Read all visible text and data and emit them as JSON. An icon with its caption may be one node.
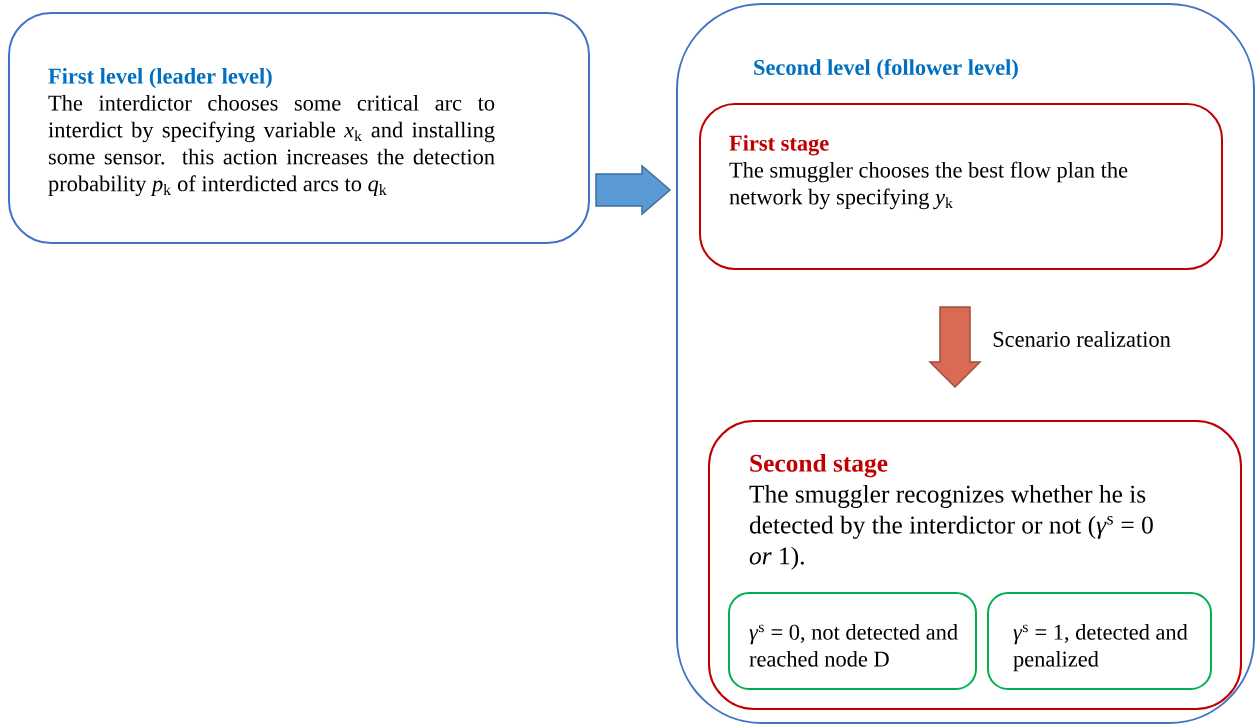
{
  "diagram": {
    "nodes": [
      {
        "text": [
          "First level (leader level)",
          "The interdictor chooses some critical arc to interdict by specifying variable *x*$_{k}$ and installing some sensor. this action increases the detection probability *p*$_{k}$ of interdicted arcs to *q*$_{k}$"
        ]
      },
      {
        "text": [
          "Second level (follower level)"
        ]
      },
      {
        "text": [
          "First stage",
          "The smuggler chooses the best flow plan the network by specifying *y*$_{k}$"
        ],
        "in": 1
      },
      {
        "text": [
          "Second stage",
          "The smuggler recognizes whether he is detected by the interdictor or not (*γ*$^{s}$ = 0 *or* 1)."
        ],
        "in": 1
      },
      {
        "text": [
          "*γ*$^{s}$ = 0, not detected and reached node D"
        ],
        "in": 3
      },
      {
        "text": [
          "*γ*$^{s}$ = 1, detected and penalized"
        ],
        "in": 3
      }
    ],
    "edges": [
      {
        "from": 0,
        "to": 1,
        "arrow": "to",
        "color": "#5b9bd5"
      },
      {
        "from": 2,
        "to": 3,
        "arrow": "to",
        "label": "Scenario realization",
        "color": "#d96b55"
      }
    ]
  }
}
